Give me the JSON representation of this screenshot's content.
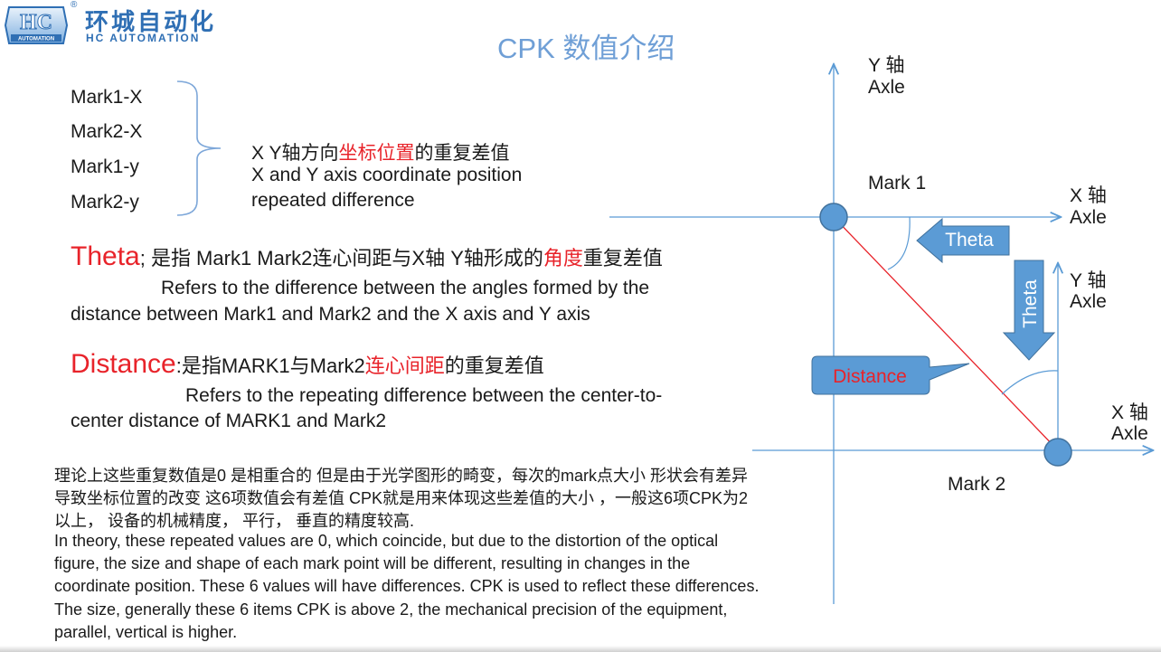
{
  "header": {
    "logo_text": "HC",
    "logo_sub": "AUTOMATION",
    "brand_cn": "环城自动化",
    "brand_en": "HC AUTOMATION",
    "registered_mark": "®",
    "title": "CPK 数值介绍"
  },
  "marks": {
    "items": [
      "Mark1-X",
      "Mark2-X",
      "Mark1-y",
      "Mark2-y"
    ],
    "desc_cn_prefix": "X Y轴方向",
    "desc_cn_highlight": "坐标位置",
    "desc_cn_suffix": "的重复差值",
    "desc_en_line1": "X and Y axis coordinate position",
    "desc_en_line2": "repeated difference"
  },
  "theta": {
    "title": "Theta",
    "cn_prefix": ";  是指 Mark1 Mark2连心间距与X轴 Y轴形成的",
    "cn_highlight": "角度",
    "cn_suffix": "重复差值",
    "en_line1": "Refers to the difference between the angles formed by the",
    "en_line2": "distance between Mark1 and Mark2 and the X axis and Y axis"
  },
  "distance": {
    "title": "Distance",
    "cn_prefix": ":是指MARK1与Mark2",
    "cn_highlight": "连心间距",
    "cn_suffix": "的重复差值",
    "en_line1": "Refers to the repeating difference between the center-to-",
    "en_line2": "center distance of MARK1 and Mark2"
  },
  "theory": {
    "lines": [
      "理论上这些重复数值是0 是相重合的  但是由于光学图形的畸变，每次的mark点大小 形状会有差异",
      "导致坐标位置的改变  这6项数值会有差值 CPK就是用来体现这些差值的大小 ，一般这6项CPK为2",
      "以上，  设备的机械精度，  平行，  垂直的精度较高.",
      "In theory, these repeated values are 0, which coincide, but due to the distortion of the optical",
      "figure, the size and shape of each mark point will be different, resulting in changes in the",
      "coordinate position. These 6 values will have differences. CPK is used to reflect these differences.",
      "The size, generally these 6 items CPK is above 2, the mechanical precision of the equipment,",
      "parallel, vertical is higher."
    ]
  },
  "diagram": {
    "y_axis_top_cn": "Y 轴",
    "y_axis_top_en": "Axle",
    "mark1": "Mark 1",
    "x_axis_upper_cn": "X 轴",
    "x_axis_upper_en": "Axle",
    "theta_arrow_h": "Theta",
    "theta_arrow_v": "Theta",
    "y_axis_right_cn": "Y 轴",
    "y_axis_right_en": "Axle",
    "distance_callout": "Distance",
    "x_axis_lower_cn": "X 轴",
    "x_axis_lower_en": "Axle",
    "mark2": "Mark 2",
    "colors": {
      "axis": "#5b9bd5",
      "diag": "#e8232a",
      "fill": "#5b9bd5",
      "stroke": "#41719c"
    }
  }
}
